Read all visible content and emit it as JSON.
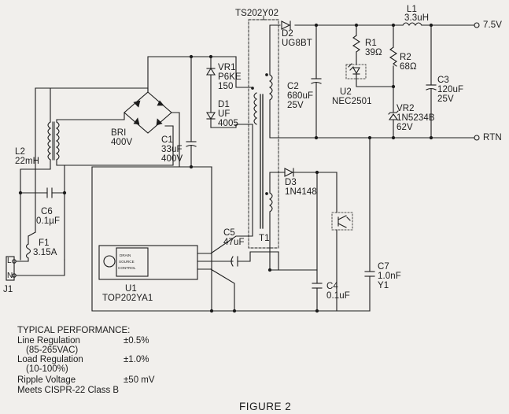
{
  "figure_caption": "FIGURE 2",
  "components": {
    "transformer": {
      "part": "TS202Y02",
      "ref": "T1"
    },
    "d2": {
      "ref": "D2",
      "part": "UG8BT"
    },
    "l1": {
      "ref": "L1",
      "value": "3.3uH"
    },
    "out_pos": "7.5V",
    "out_rtn": "RTN",
    "r1": {
      "ref": "R1",
      "value": "39Ω"
    },
    "r2": {
      "ref": "R2",
      "value": "68Ω"
    },
    "vr1": {
      "ref": "VR1",
      "part": "P6KE",
      "value": "150"
    },
    "d1": {
      "ref": "D1",
      "part": "UF",
      "value": "4005"
    },
    "c2": {
      "ref": "C2",
      "value": "680uF",
      "rating": "25V"
    },
    "u2": {
      "ref": "U2",
      "part": "NEC2501"
    },
    "c3": {
      "ref": "C3",
      "value": "120uF",
      "rating": "25V"
    },
    "vr2": {
      "ref": "VR2",
      "part": "1N5234B",
      "value": "62V"
    },
    "bri": {
      "ref": "BRI",
      "rating": "400V"
    },
    "c1": {
      "ref": "C1",
      "value": "33uF",
      "rating": "400V"
    },
    "l2": {
      "ref": "L2",
      "value": "22mH"
    },
    "d3": {
      "ref": "D3",
      "part": "1N4148"
    },
    "c6": {
      "ref": "C6",
      "value": "0.1µF"
    },
    "f1": {
      "ref": "F1",
      "value": "3.15A"
    },
    "c5": {
      "ref": "C5",
      "value": "47uF"
    },
    "c7": {
      "ref": "C7",
      "value": "1.0nF",
      "class": "Y1"
    },
    "c4": {
      "ref": "C4",
      "value": "0.1uF"
    },
    "u1": {
      "ref": "U1",
      "part": "TOP202YA1",
      "pins": [
        "DRAIN",
        "SOURCE",
        "CONTROL"
      ]
    },
    "j1": {
      "ref": "J1",
      "pin_l": "L",
      "pin_n": "N"
    }
  },
  "performance": {
    "title": "TYPICAL PERFORMANCE:",
    "rows": [
      {
        "label": "Line Regulation",
        "value": "±0.5%"
      },
      {
        "label": "(85-265VAC)",
        "value": ""
      },
      {
        "label": "Load Regulation",
        "value": "±1.0%"
      },
      {
        "label": "(10-100%)",
        "value": ""
      },
      {
        "label": "Ripple Voltage",
        "value": "±50 mV"
      }
    ],
    "compliance": "Meets CISPR-22 Class B"
  }
}
